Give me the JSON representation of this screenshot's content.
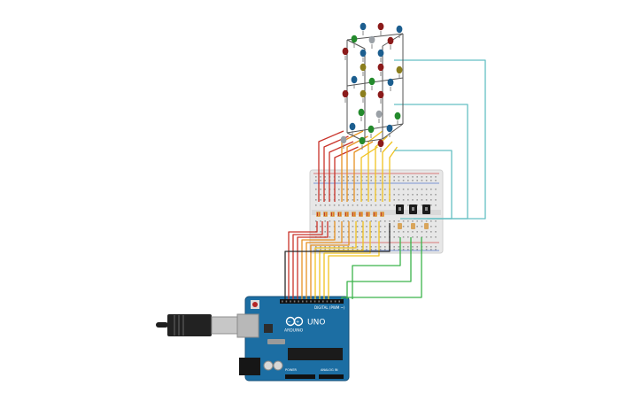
{
  "scene": {
    "background": "#ffffff"
  },
  "arduino": {
    "brand": "ARDUINO",
    "model": "UNO",
    "digital_header_label": "DIGITAL (PWM ~)",
    "analog_header_label": "ANALOG IN",
    "power_header_label": "POWER",
    "board_color": "#1c6ea3"
  },
  "breadboard": {
    "color": "#e7e7e7"
  },
  "colors": {
    "led_red": "#8b1a1a",
    "led_blue": "#1c5e8f",
    "led_green": "#238a2c",
    "led_olive": "#8b7e1d",
    "led_gray": "#9aa0a6",
    "wire_red": "#c9332a",
    "wire_orange": "#e69122",
    "wire_yellow": "#f0c21f",
    "wire_green": "#3bb34a",
    "wire_cyan": "#64bfc3",
    "wire_black": "#2b2b2b"
  }
}
